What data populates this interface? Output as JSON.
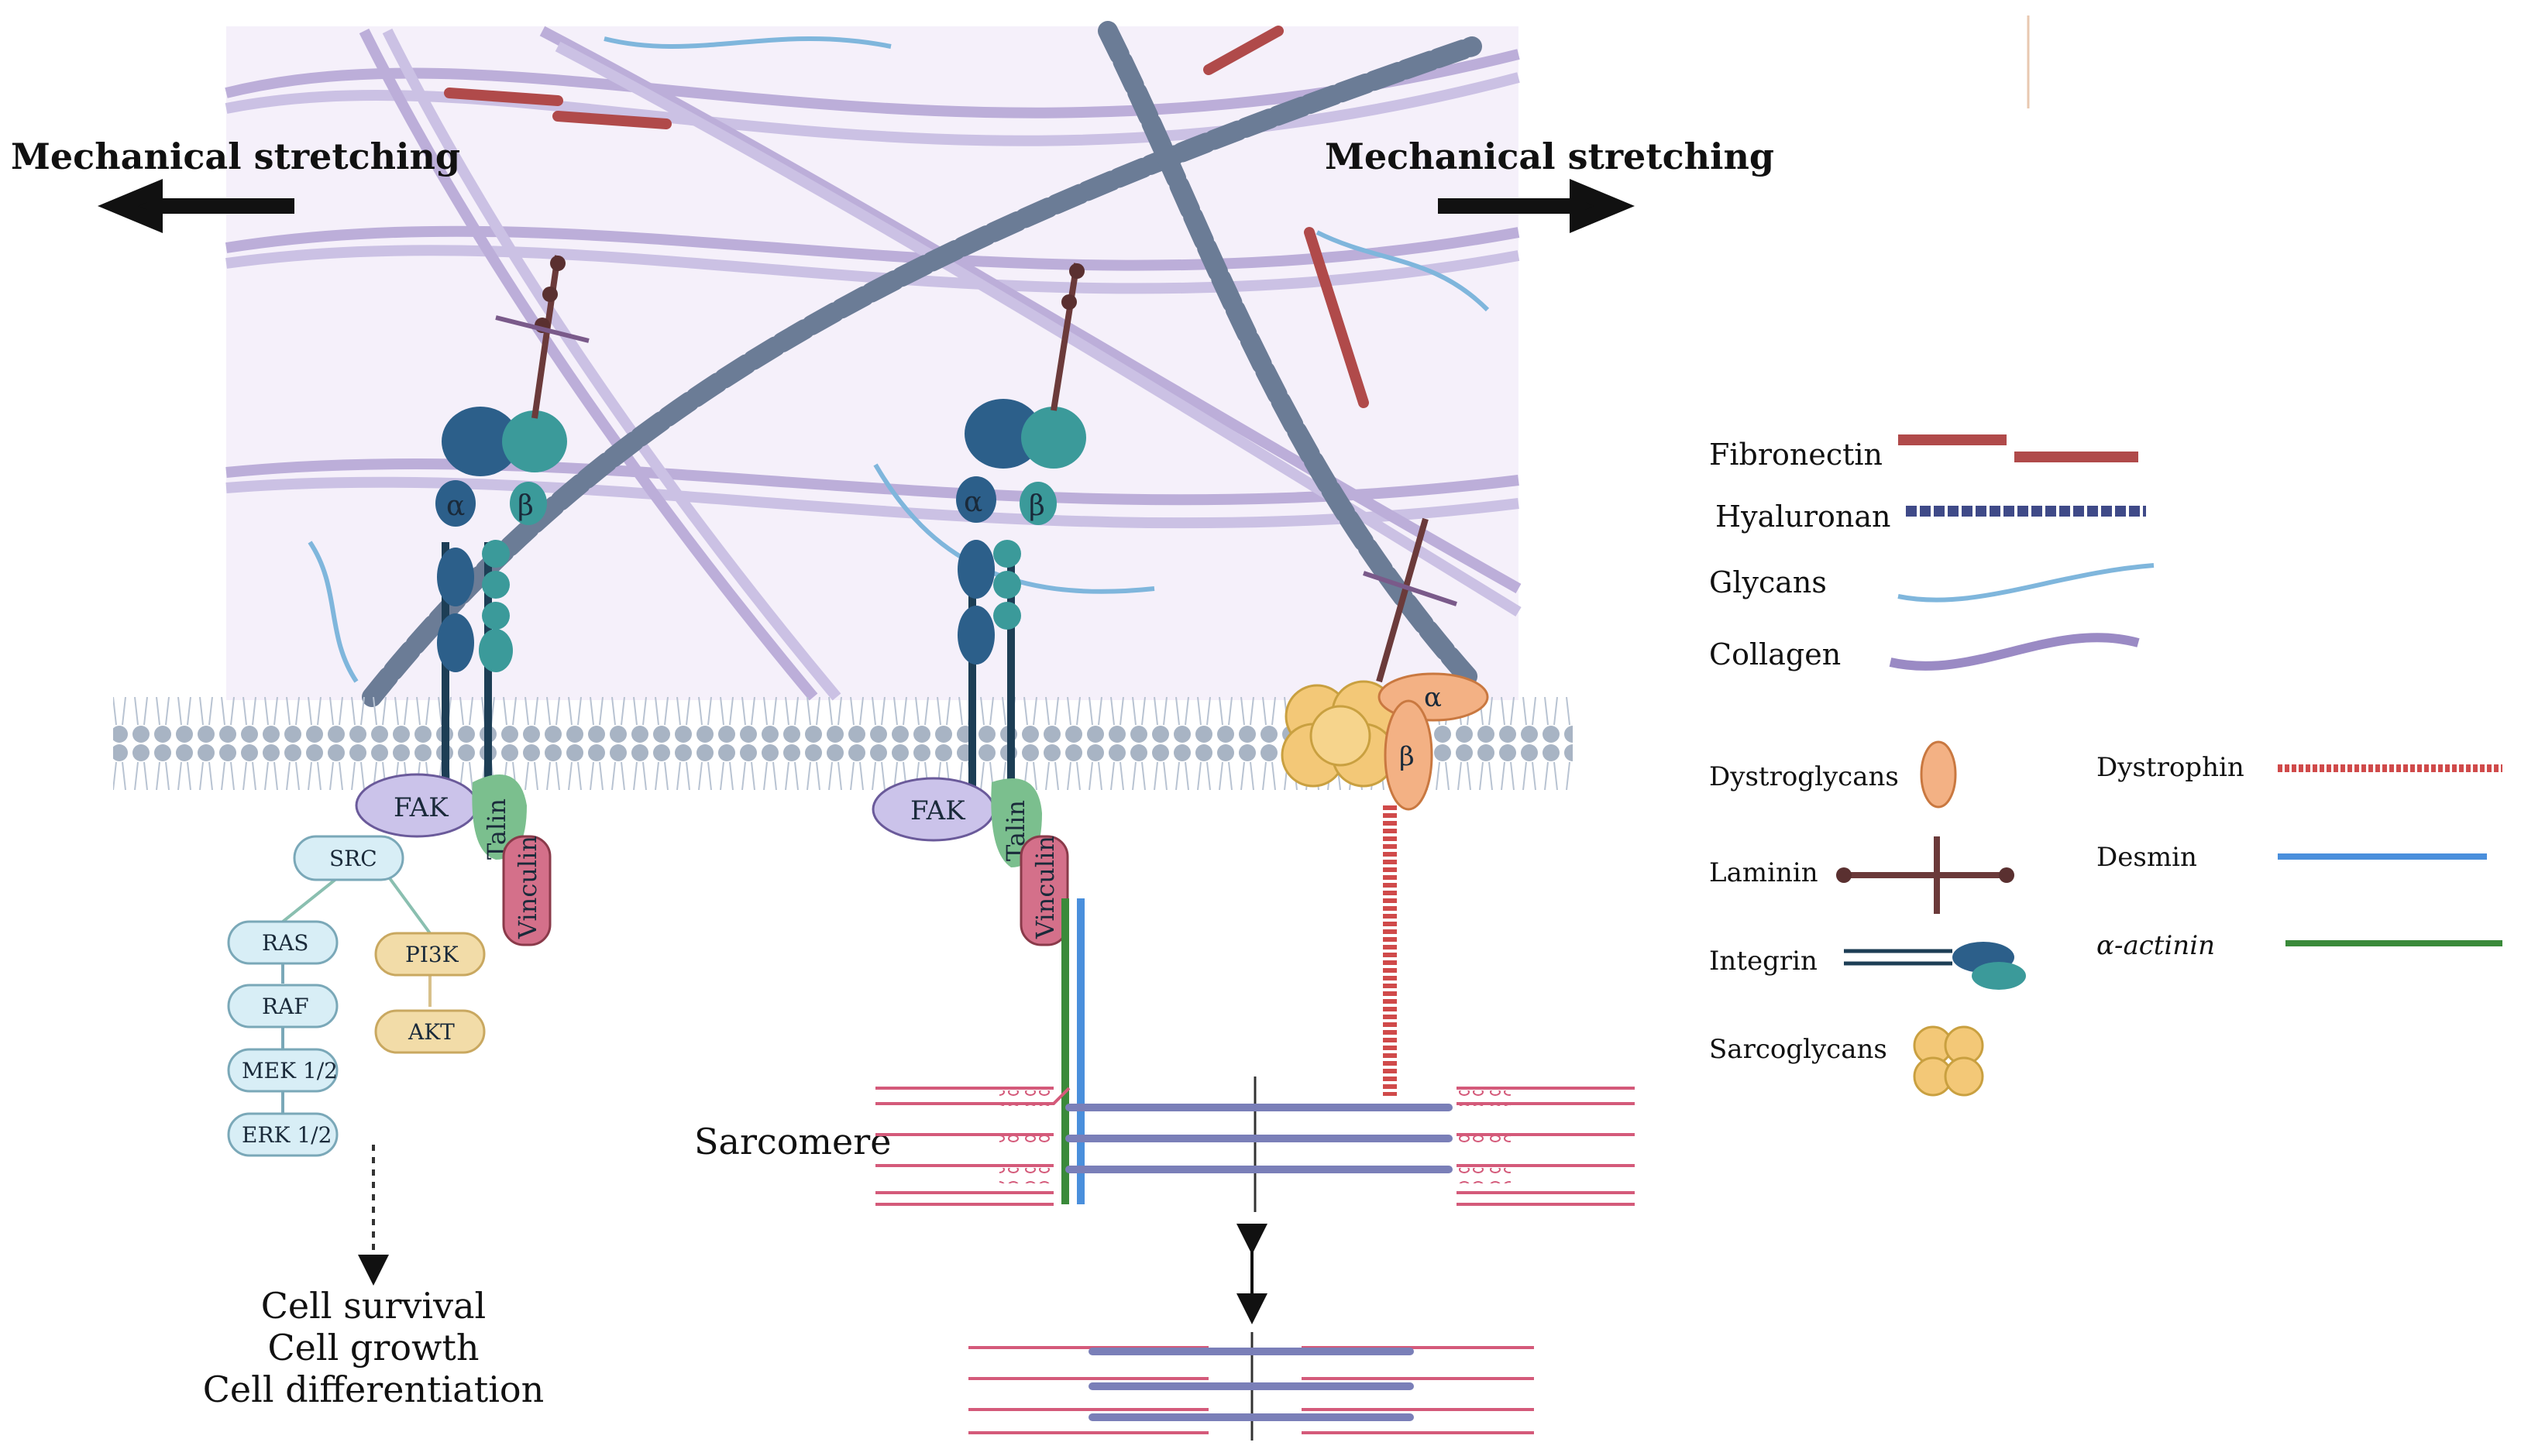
{
  "stretch": {
    "left": "Mechanical stretching",
    "right": "Mechanical stretching"
  },
  "proteins": {
    "fak": "FAK",
    "talin": "Talin",
    "vinculin": "Vinculin",
    "alpha": "α",
    "beta": "β"
  },
  "pathway": {
    "src": "SRC",
    "ras": "RAS",
    "raf": "RAF",
    "mek": "MEK 1/2",
    "erk": "ERK 1/2",
    "pi3k": "PI3K",
    "akt": "AKT"
  },
  "outcomes": [
    "Cell survival",
    "Cell growth",
    "Cell differentiation"
  ],
  "sarcomere": "Sarcomere",
  "legend": {
    "fibronectin": "Fibronectin",
    "hyaluronan": "Hyaluronan",
    "glycans": "Glycans",
    "collagen": "Collagen",
    "dystroglycans": "Dystroglycans",
    "laminin": "Laminin",
    "integrin": "Integrin",
    "sarcoglycans": "Sarcoglycans",
    "dystrophin": "Dystrophin",
    "desmin": "Desmin",
    "actinin": "α-actinin"
  },
  "colors": {
    "ecm_bg": "#f5f0fa",
    "collagen": "#b6a7d6",
    "hyaluronan": "#6b7c96",
    "glycans": "#7fb6dc",
    "fibronectin": "#b04a4a",
    "integrin_alpha": "#2c5f8a",
    "integrin_beta": "#3b9a9a",
    "membrane": "#a8b4c4",
    "fak": "#cbc3ea",
    "talin": "#7bbf8e",
    "vinculin": "#d4708a",
    "ras_pathway": "#d8eef6",
    "pi3k_pathway": "#f2dca8",
    "dystroglycan": "#f3b184",
    "sarcoglycan": "#f3c877",
    "dystrophin": "#d04a4a",
    "desmin": "#4a8fdc",
    "actinin": "#3a8a3a",
    "sarcomere_thin": "#d45a7a",
    "sarcomere_thick": "#7a7fb8"
  }
}
